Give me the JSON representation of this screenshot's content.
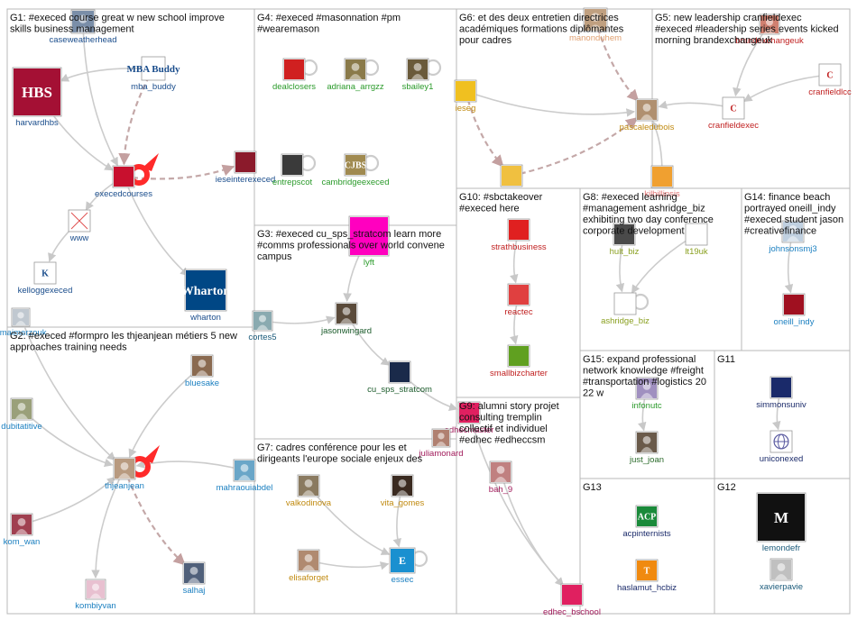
{
  "groups": [
    {
      "id": "G1",
      "title": [
        "G1: #execed course great w new school improve",
        "skills business management"
      ]
    },
    {
      "id": "G2",
      "title": [
        "G2: #execed #formpro les thjeanjean métiers 5 new",
        "approaches training needs"
      ]
    },
    {
      "id": "G3",
      "title": [
        "G3: #execed cu_sps_stratcom learn more",
        "#comms professionals over world convene",
        "campus"
      ]
    },
    {
      "id": "G4",
      "title": [
        "G4: #execed #masonnation #pm",
        "#wearemason"
      ]
    },
    {
      "id": "G5",
      "title": [
        "G5: new leadership cranfieldexec",
        "#execed #leadership series events kicked",
        "morning brandexchangeuk"
      ]
    },
    {
      "id": "G6",
      "title": [
        "G6: et des deux entretien directrices",
        "académiques formations diplômantes",
        "pour cadres"
      ]
    },
    {
      "id": "G7",
      "title": [
        "G7: cadres conférence pour les et",
        "dirigeants l'europe sociale enjeux des"
      ]
    },
    {
      "id": "G8",
      "title": [
        "G8: #execed learning",
        "#management ashridge_biz",
        "exhibiting two day conference",
        "corporate development"
      ]
    },
    {
      "id": "G9",
      "title": [
        "G9: alumni story projet",
        "consulting tremplin",
        "collectif et individuel",
        "#edhec #edheccsm"
      ]
    },
    {
      "id": "G10",
      "title": [
        "G10: #sbctakeover",
        "#execed here"
      ]
    },
    {
      "id": "G11",
      "title": [
        "G11"
      ]
    },
    {
      "id": "G12",
      "title": [
        "G12"
      ]
    },
    {
      "id": "G13",
      "title": [
        "G13"
      ]
    },
    {
      "id": "G14",
      "title": [
        "G14: finance beach",
        "portrayed oneill_indy",
        "#execed student jason",
        "#creativefinance"
      ]
    },
    {
      "id": "G15",
      "title": [
        "G15: expand professional",
        "network knowledge #freight",
        "#transportation #logistics 20",
        "22 w"
      ]
    }
  ],
  "nodes": [
    {
      "id": "caseweatherhead",
      "label": "caseweatherhead",
      "icon": "person-photo",
      "color": "#1a4d8c",
      "bg": "#7a8ea8"
    },
    {
      "id": "mba_buddy",
      "label": "mba_buddy",
      "icon": "mba-buddy-logo",
      "color": "#1a4d8c",
      "bg": "#ffffff",
      "text": "MBA Buddy"
    },
    {
      "id": "harvardhbs",
      "label": "harvardhbs",
      "icon": "hbs-logo",
      "color": "#1a4d8c",
      "bg": "#a41034",
      "text": "HBS"
    },
    {
      "id": "execedcourses",
      "label": "execedcourses",
      "icon": "execed-logo",
      "color": "#1a4d8c",
      "bg": "#c8102e"
    },
    {
      "id": "ieseinterexeced",
      "label": "ieseinterexeced",
      "icon": "iese-logo",
      "color": "#1a4d8c",
      "bg": "#8b1a2b"
    },
    {
      "id": "www",
      "label": "www",
      "icon": "broken-image",
      "color": "#1a4d8c",
      "bg": "#ffffff"
    },
    {
      "id": "kelloggexeced",
      "label": "kelloggexeced",
      "icon": "kellogg-logo",
      "color": "#1a4d8c",
      "bg": "#ffffff",
      "text": "K"
    },
    {
      "id": "wharton",
      "label": "wharton",
      "icon": "wharton-logo",
      "color": "#1a4d8c",
      "bg": "#004785",
      "text": "Wharton"
    },
    {
      "id": "amaimerzouk",
      "label": "amaimerzouk",
      "icon": "person-photo",
      "color": "#1a7fc0",
      "bg": "#c0c8d0"
    },
    {
      "id": "bluesake",
      "label": "bluesake",
      "icon": "person-photo",
      "color": "#1a7fc0",
      "bg": "#8a6a50"
    },
    {
      "id": "dubitatitive",
      "label": "dubitatitive",
      "icon": "person-photo",
      "color": "#1a7fc0",
      "bg": "#9aa07a"
    },
    {
      "id": "thjeanjean",
      "label": "thjeanjean",
      "icon": "person-photo",
      "color": "#1a7fc0",
      "bg": "#b89a80"
    },
    {
      "id": "mahraouiabdel",
      "label": "mahraouiabdel",
      "icon": "default-avatar",
      "color": "#1a7fc0",
      "bg": "#6aa6c8"
    },
    {
      "id": "kom_wan",
      "label": "kom_wan",
      "icon": "person-photo",
      "color": "#1a7fc0",
      "bg": "#a04050"
    },
    {
      "id": "salhaj",
      "label": "salhaj",
      "icon": "person-photo",
      "color": "#1a7fc0",
      "bg": "#50607a"
    },
    {
      "id": "kombiyvan",
      "label": "kombiyvan",
      "icon": "person-photo",
      "color": "#1a7fc0",
      "bg": "#e8c0d0"
    },
    {
      "id": "lyft",
      "label": "lyft",
      "icon": "lyft-logo",
      "color": "#2a9a2a",
      "bg": "#ff00bf"
    },
    {
      "id": "cortes5",
      "label": "cortes5",
      "icon": "default-avatar",
      "color": "#1a5a7a",
      "bg": "#8aaab0"
    },
    {
      "id": "jasonwingard",
      "label": "jasonwingard",
      "icon": "person-photo",
      "color": "#1a5a2a",
      "bg": "#5a4a3a"
    },
    {
      "id": "cu_sps_stratcom",
      "label": "cu_sps_stratcom",
      "icon": "columbia-logo",
      "color": "#1a5a2a",
      "bg": "#1a2a4a"
    },
    {
      "id": "dealclosers",
      "label": "dealclosers",
      "icon": "dealclosers-logo",
      "color": "#2a9a2a",
      "bg": "#d02020"
    },
    {
      "id": "adriana_arrgzz",
      "label": "adriana_arrgzz",
      "icon": "person-photo",
      "color": "#2a9a2a",
      "bg": "#8a7a4a"
    },
    {
      "id": "sbailey1",
      "label": "sbailey1",
      "icon": "person-photo",
      "color": "#2a9a2a",
      "bg": "#6a5a3a"
    },
    {
      "id": "entrepscot",
      "label": "entrepscot",
      "icon": "entrepscot-logo",
      "color": "#2a9a2a",
      "bg": "#3a3a3a"
    },
    {
      "id": "cambridgeexeced",
      "label": "cambridgeexeced",
      "icon": "cjbs-logo",
      "color": "#2a9a2a",
      "bg": "#a08a50",
      "text": "CJBS"
    },
    {
      "id": "manonduhem",
      "label": "manonduhem",
      "icon": "person-photo",
      "color": "#e0a070",
      "bg": "#c0a080"
    },
    {
      "id": "ieseg",
      "label": "ieseg",
      "icon": "ieseg-logo",
      "color": "#c08a10",
      "bg": "#f0c020"
    },
    {
      "id": "pascaledubois",
      "label": "pascaledubois",
      "icon": "person-photo",
      "color": "#c08a10",
      "bg": "#b09070"
    },
    {
      "id": "ieseg-badge",
      "label": "",
      "icon": "ieseg-badge-logo",
      "color": "#c08a10",
      "bg": "#f0c040"
    },
    {
      "id": "cranfieldexec-top",
      "label": "brandexchangeuk",
      "icon": "person-photo",
      "color": "#c02020",
      "bg": "#d08070"
    },
    {
      "id": "cranfieldlcc",
      "label": "cranfieldlcc",
      "icon": "cranfield-logo",
      "color": "#c02020",
      "bg": "#ffffff",
      "text": "C"
    },
    {
      "id": "cranfieldexec",
      "label": "cranfieldexec",
      "icon": "cranfield-logo",
      "color": "#c02020",
      "bg": "#ffffff",
      "text": "C"
    },
    {
      "id": "kilbillinsis",
      "label": "kilbillinsis",
      "icon": "kb-logo",
      "color": "#e07070",
      "bg": "#f0a030"
    },
    {
      "id": "strathbusiness",
      "label": "strathbusiness",
      "icon": "strath-logo",
      "color": "#c02020",
      "bg": "#e02020"
    },
    {
      "id": "reactec",
      "label": "reactec",
      "icon": "reactec-logo",
      "color": "#c02020",
      "bg": "#e04040"
    },
    {
      "id": "smallbizcharter",
      "label": "smallbizcharter",
      "icon": "sbc-logo",
      "color": "#c02020",
      "bg": "#60a020"
    },
    {
      "id": "hult_biz",
      "label": "hult_biz",
      "icon": "hult-logo",
      "color": "#8aa020",
      "bg": "#4a4a4a"
    },
    {
      "id": "lt19uk",
      "label": "lt19uk",
      "icon": "lt19-logo",
      "color": "#8aa020",
      "bg": "#ffffff"
    },
    {
      "id": "ashridge_biz",
      "label": "ashridge_biz",
      "icon": "ashridge-logo",
      "color": "#8aa020",
      "bg": "#ffffff"
    },
    {
      "id": "johnsonsmj3",
      "label": "johnsonsmj3",
      "icon": "person-photo",
      "color": "#1a7fc0",
      "bg": "#c0d0e0"
    },
    {
      "id": "oneill_indy",
      "label": "oneill_indy",
      "icon": "oneill-logo",
      "color": "#1a7fc0",
      "bg": "#a01020"
    },
    {
      "id": "valkodinova",
      "label": "valkodinova",
      "icon": "person-photo",
      "color": "#c08a10",
      "bg": "#8a7a60"
    },
    {
      "id": "vita_gomes",
      "label": "vita_gomes",
      "icon": "person-photo",
      "color": "#c08a10",
      "bg": "#3a2a20"
    },
    {
      "id": "elisaforget",
      "label": "elisaforget",
      "icon": "person-photo",
      "color": "#c08a10",
      "bg": "#b08a70"
    },
    {
      "id": "essec",
      "label": "essec",
      "icon": "essec-logo",
      "color": "#1a7fc0",
      "bg": "#1a90d0",
      "text": "E"
    },
    {
      "id": "edhecmaster",
      "label": "edhecmaster",
      "icon": "edhec-logo",
      "color": "#a01a5a",
      "bg": "#e02060"
    },
    {
      "id": "juliamonard",
      "label": "juliamonard",
      "icon": "person-photo",
      "color": "#a01a5a",
      "bg": "#b08070"
    },
    {
      "id": "bah_9",
      "label": "bah_9",
      "icon": "person-photo",
      "color": "#a01a5a",
      "bg": "#c08080"
    },
    {
      "id": "edhec_bschool",
      "label": "edhec_bschool",
      "icon": "edhec-logo",
      "color": "#a01a5a",
      "bg": "#e02060"
    },
    {
      "id": "infonutc",
      "label": "infonutc",
      "icon": "person-photo",
      "color": "#2a9a2a",
      "bg": "#a090c0"
    },
    {
      "id": "just_joan",
      "label": "just_joan",
      "icon": "person-photo",
      "color": "#2a6a2a",
      "bg": "#6a5a4a"
    },
    {
      "id": "simmonsunv",
      "label": "simmonsuniv",
      "icon": "simmons-logo",
      "color": "#1a2a6a",
      "bg": "#1a2a6a"
    },
    {
      "id": "uniconexed",
      "label": "uniconexed",
      "icon": "globe-icon",
      "color": "#1a2a6a",
      "bg": "#ffffff"
    },
    {
      "id": "acpinternists",
      "label": "acpinternists",
      "icon": "acp-logo",
      "color": "#1a2a6a",
      "bg": "#1a8a3a",
      "text": "ACP"
    },
    {
      "id": "haslamut_hcbiz",
      "label": "haslamut_hcbiz",
      "icon": "haslam-logo",
      "color": "#1a2a6a",
      "bg": "#f08a10",
      "text": "T"
    },
    {
      "id": "lemondefr",
      "label": "lemondefr",
      "icon": "lemonde-logo",
      "color": "#1a5a7a",
      "bg": "#111111",
      "text": "M"
    },
    {
      "id": "xavierpavie",
      "label": "xavierpavie",
      "icon": "person-photo",
      "color": "#1a5a7a",
      "bg": "#c0c0c0"
    }
  ],
  "colors": {
    "border": "#b8b8b8",
    "edge": "#cccccc",
    "dashed_edge": "#c4a8a8",
    "highlight": "#ff2a2a"
  }
}
